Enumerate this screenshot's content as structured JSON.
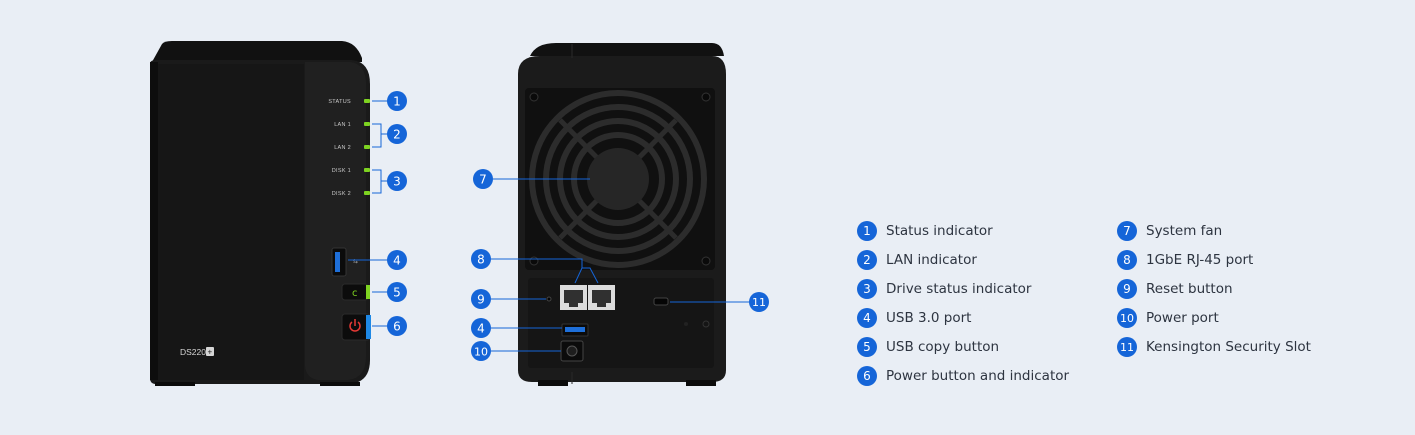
{
  "front_panel": {
    "led_labels": [
      "STATUS",
      "LAN 1",
      "LAN 2",
      "DISK 1",
      "DISK 2"
    ],
    "model": "DS220",
    "model_suffix": "+"
  },
  "colors": {
    "callout": "#1565d8",
    "led": "#7ed321",
    "usb_copy_led": "#7ed321",
    "power_led": "#1e88e5",
    "power_icon": "#e53935",
    "usb_port": "#1e6fd9",
    "background": "#e9eef5",
    "chassis": "#141414"
  },
  "callouts": {
    "front": [
      "1",
      "2",
      "3",
      "4",
      "5",
      "6"
    ],
    "rear": [
      "7",
      "8",
      "9",
      "4",
      "10",
      "11"
    ]
  },
  "legend": [
    {
      "num": "1",
      "label": "Status indicator"
    },
    {
      "num": "2",
      "label": "LAN indicator"
    },
    {
      "num": "3",
      "label": "Drive status indicator"
    },
    {
      "num": "4",
      "label": "USB 3.0 port"
    },
    {
      "num": "5",
      "label": "USB copy button"
    },
    {
      "num": "6",
      "label": "Power button and indicator"
    },
    {
      "num": "7",
      "label": "System fan"
    },
    {
      "num": "8",
      "label": "1GbE RJ-45 port"
    },
    {
      "num": "9",
      "label": "Reset button"
    },
    {
      "num": "10",
      "label": "Power port"
    },
    {
      "num": "11",
      "label": "Kensington Security Slot"
    }
  ]
}
